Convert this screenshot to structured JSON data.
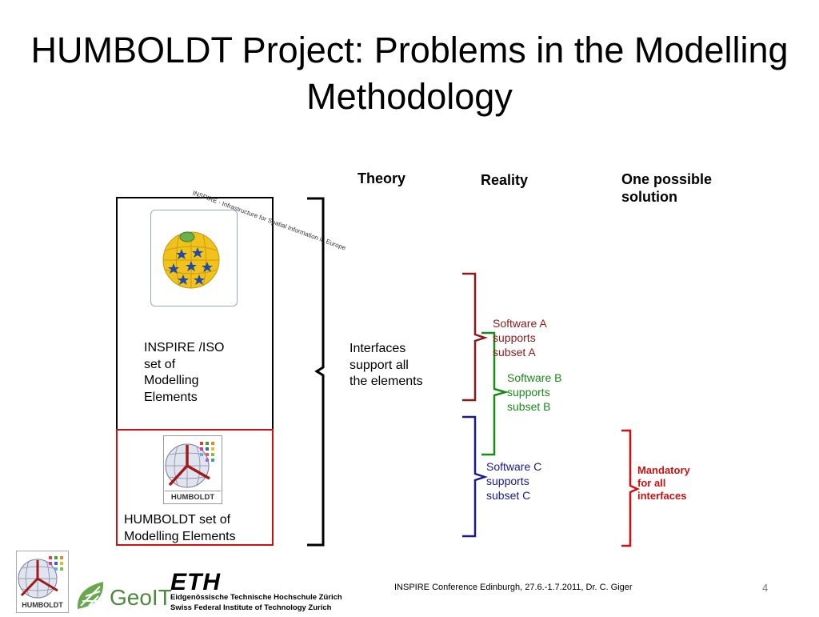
{
  "title": "HUMBOLDT Project: Problems in the Modelling Methodology",
  "columns": {
    "theory": "Theory",
    "reality": "Reality",
    "solution": "One possible solution"
  },
  "left_box": {
    "inspire_label": "INSPIRE /ISO set of Modelling Elements",
    "humboldt_label": "HUMBOLDT set of Modelling Elements",
    "inspire_logo_text": "INSPIRE · Infrastructure for Spatial Information in Europe",
    "humboldt_logo_text": "HUMBOLDT"
  },
  "theory_text": "Interfaces support all the elements",
  "reality": {
    "software_a": "Software A supports subset A",
    "software_b": "Software B supports subset B",
    "software_c": "Software C supports subset C"
  },
  "solution_text": "Mandatory for all interfaces",
  "footer": {
    "conference": "INSPIRE Conference Edinburgh, 27.6.-1.7.2011, Dr. C. Giger",
    "page": "4",
    "humboldt_logo": "HUMBOLDT",
    "geoit_logo": "GeoIT",
    "eth_logo": "ETH",
    "eth_line1": "Eidgenössische Technische Hochschule Zürich",
    "eth_line2": "Swiss Federal Institute of Technology Zurich"
  },
  "colors": {
    "black": "#000000",
    "red": "#d01010",
    "dark_red": "#8b1a1a",
    "green": "#1a8a1a",
    "navy": "#1a1a8a"
  }
}
